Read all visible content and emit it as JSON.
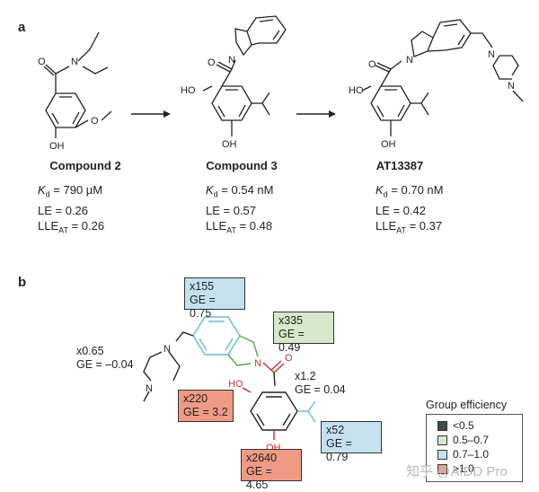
{
  "panel_a": {
    "letter": "a",
    "compounds": [
      {
        "name": "Compound 2",
        "kd_label": "K",
        "kd_sub": "d",
        "kd_value": " = 790 µM",
        "le": "LE = 0.26",
        "lle_label": "LLE",
        "lle_sub": "AT",
        "lle_value": " = 0.26",
        "atoms": {
          "o1": "O",
          "n1": "N",
          "o2": "O",
          "oh": "OH"
        }
      },
      {
        "name": "Compound 3",
        "kd_label": "K",
        "kd_sub": "d",
        "kd_value": " = 0.54 nM",
        "le": "LE = 0.57",
        "lle_label": "LLE",
        "lle_sub": "AT",
        "lle_value": " = 0.48",
        "atoms": {
          "o1": "O",
          "n1": "N",
          "ho": "HO",
          "oh": "OH"
        }
      },
      {
        "name": "AT13387",
        "kd_label": "K",
        "kd_sub": "d",
        "kd_value": " = 0.70 nM",
        "le": "LE = 0.42",
        "lle_label": "LLE",
        "lle_sub": "AT",
        "lle_value": " = 0.37",
        "atoms": {
          "o1": "O",
          "n1": "N",
          "ho": "HO",
          "oh": "OH",
          "n2": "N",
          "n3": "N"
        }
      }
    ]
  },
  "panel_b": {
    "letter": "b",
    "atoms": {
      "n_link": "N",
      "n_pip1": "N",
      "n_pip2": "N",
      "ho": "HO",
      "oh": "OH",
      "o": "O"
    },
    "annotations": [
      {
        "id": "isoindoline-ring",
        "line1": "x155",
        "line2": "GE = 0.75",
        "color": "#c5e1ef"
      },
      {
        "id": "isoindoline-nh",
        "line1": "x335",
        "line2": "GE = 0.49",
        "color": "#d6e8c9"
      },
      {
        "id": "piperazine",
        "line1": "x0.65",
        "line2": "GE = –0.04",
        "color": null
      },
      {
        "id": "carbonyl",
        "line1": "x1.2",
        "line2": "GE = 0.04",
        "color": null
      },
      {
        "id": "hydroxyl-2",
        "line1": "x220",
        "line2": "GE = 3.2",
        "color": "#ef9a85"
      },
      {
        "id": "isopropyl",
        "line1": "x52",
        "line2": "GE = 0.79",
        "color": "#c5e1ef"
      },
      {
        "id": "hydroxyl-4",
        "line1": "x2640",
        "line2": "GE = 4.65",
        "color": "#ef9a85"
      }
    ],
    "legend": {
      "title": "Group efficiency",
      "items": [
        {
          "label": "<0.5",
          "color": "#3d4a52"
        },
        {
          "label": "0.5–0.7",
          "color": "#d6e8c9"
        },
        {
          "label": "0.7–1.0",
          "color": "#c5e1ef"
        },
        {
          "label": ">1.0",
          "color": "#ef9a85"
        }
      ]
    },
    "highlight_colors": {
      "blue": "#69b8d8",
      "red": "#c43030"
    }
  },
  "watermark": "知乎 @AIDD Pro"
}
